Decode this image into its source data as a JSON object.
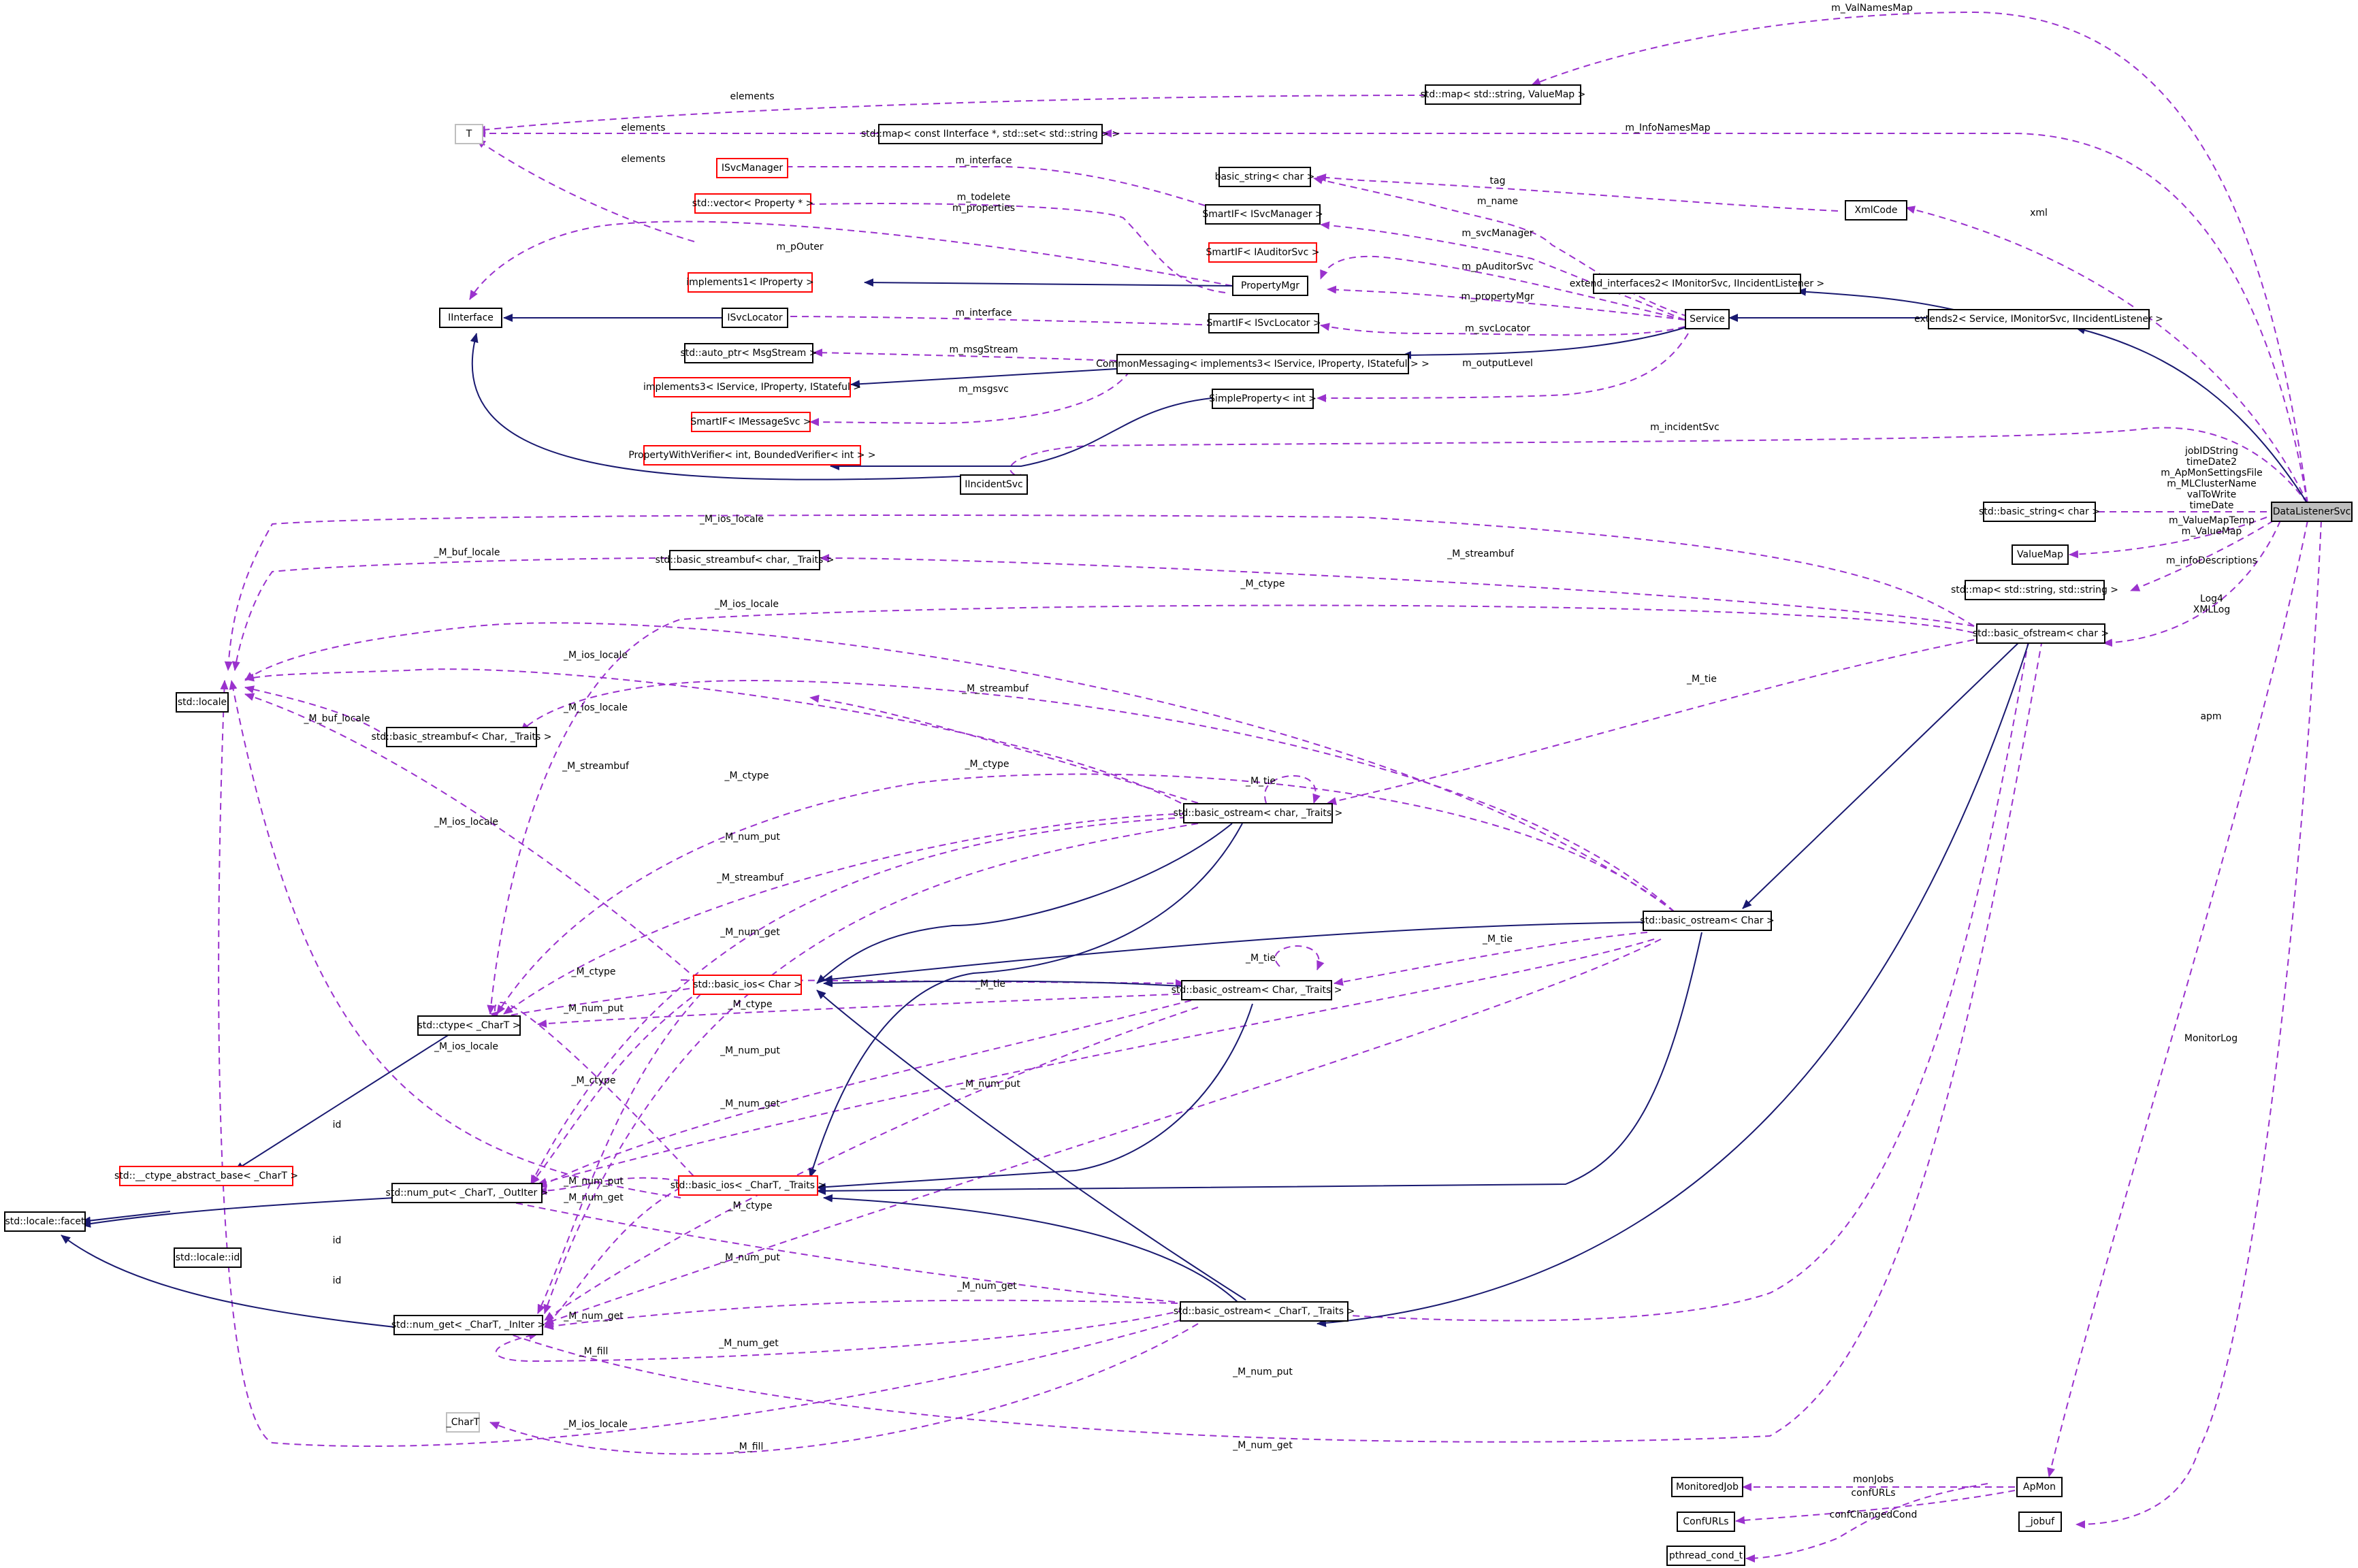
{
  "diagram": {
    "title": "DataListenerSvc collaboration graph",
    "colors": {
      "inheritance_edge": "#191970",
      "usage_edge": "#9a32cd",
      "focus_fill": "#bfbfbf",
      "undocumented_border": "#ff0000",
      "template_param_border": "#bfbfbf"
    },
    "nodes": {
      "valnamesmap": "std::map< std::string, ValueMap >",
      "t": "T",
      "infonamesmap": "std::map< const IInterface *, std::set< std::string > >",
      "isvcmanager": "ISvcManager",
      "vector_property": "std::vector< Property * >",
      "basic_string_char": "basic_string< char >",
      "smartif_isvcmanager": "SmartIF< ISvcManager >",
      "xmlcode": "XmlCode",
      "smartif_iauditorsvc": "SmartIF< IAuditorSvc >",
      "implements1": "implements1< IProperty >",
      "propertymgr": "PropertyMgr",
      "extend_interfaces2": "extend_interfaces2< IMonitorSvc, IIncidentListener >",
      "iinterface": "IInterface",
      "isvclocator": "ISvcLocator",
      "smartif_isvclocator": "SmartIF< ISvcLocator >",
      "service": "Service",
      "extends2": "extends2< Service, IMonitorSvc, IIncidentListener >",
      "auto_ptr_msgstream": "std::auto_ptr< MsgStream >",
      "commonmessaging": "CommonMessaging< implements3< IService, IProperty, IStateful > >",
      "implements3": "implements3< IService, IProperty, IStateful >",
      "simpleproperty_int": "SimpleProperty< int >",
      "smartif_imessagesvc": "SmartIF< IMessageSvc >",
      "propertywithverifier": "PropertyWithVerifier< int, BoundedVerifier< int > >",
      "iincidentsvc": "IIncidentSvc",
      "std_basic_string_char": "std::basic_string< char >",
      "datalistenersvc": "DataListenerSvc",
      "valuemap": "ValueMap",
      "map_string_string": "std::map< std::string, std::string >",
      "basic_streambuf_char": "std::basic_streambuf< char, _Traits >",
      "basic_ofstream_char": "std::basic_ofstream< char >",
      "std_locale": "std::locale",
      "basic_streambuf_Char": "std::basic_streambuf< Char, _Traits >",
      "basic_ostream_char_traits": "std::basic_ostream< char, _Traits >",
      "basic_ostream_Char": "std::basic_ostream< Char >",
      "basic_ios_Char": "std::basic_ios< Char >",
      "basic_ostream_Char_traits": "std::basic_ostream< Char, _Traits >",
      "ctype": "std::ctype< _CharT >",
      "ctype_abstract_base": "std::__ctype_abstract_base< _CharT >",
      "num_put": "std::num_put< _CharT, _OutIter >",
      "basic_ios_CharT": "std::basic_ios< _CharT, _Traits >",
      "locale_facet": "std::locale::facet",
      "locale_id": "std::locale::id",
      "num_get": "std::num_get< _CharT, _InIter >",
      "basic_ostream_CharT": "std::basic_ostream< _CharT, _Traits >",
      "chart_param": "_CharT",
      "apmon": "ApMon",
      "monitoredjob": "MonitoredJob",
      "confurls": "ConfURLs",
      "jobuf": "_jobuf",
      "pthread_cond_t": "pthread_cond_t"
    },
    "labels": {
      "m_valnamesmap": "m_ValNamesMap",
      "elements_1": "elements",
      "elements_2": "elements",
      "elements_3": "elements",
      "m_infonamesmap": "m_InfoNamesMap",
      "m_interface_1": "m_interface",
      "m_todelete": "m_todelete\nm_properties",
      "tag": "tag",
      "m_name": "m_name",
      "xml": "xml",
      "m_svcmanager": "m_svcManager",
      "m_pouter": "m_pOuter",
      "m_pauditorsvc": "m_pAuditorSvc",
      "m_propertymgr": "m_propertyMgr",
      "m_interface_2": "m_interface",
      "m_svclocator": "m_svcLocator",
      "m_msgstream": "m_msgStream",
      "m_outputlevel": "m_outputLevel",
      "m_msgsvc": "m_msgsvc",
      "m_incidentsvc": "m_incidentSvc",
      "string_members": "jobIDString\ntimeDate2\nm_ApMonSettingsFile\nm_MLClusterName\nvalToWrite\ntimeDate",
      "valuemap_members": "m_ValueMapTemp\nm_ValueMap",
      "m_infodescriptions": "m_infoDescriptions",
      "log_members": "Log4\nXMLLog",
      "m_ios_locale_top": "_M_ios_locale",
      "m_buf_locale_1": "_M_buf_locale",
      "m_streambuf_top": "_M_streambuf",
      "m_ctype_top": "_M_ctype",
      "m_ios_locale_2": "_M_ios_locale",
      "m_tie_right": "_M_tie",
      "m_ios_locale_3": "_M_ios_locale",
      "m_streambuf_2": "_M_streambuf",
      "m_ios_locale_4": "_M_ios_locale",
      "m_buf_locale_2": "_M_buf_locale",
      "m_streambuf_3": "_M_streambuf",
      "m_ctype_2": "_M_ctype",
      "m_ctype_3": "_M_ctype",
      "m_tie_1": "_M_tie",
      "m_ios_locale_5": "_M_ios_locale",
      "m_num_put_1": "_M_num_put",
      "m_streambuf_4": "_M_streambuf",
      "m_num_get_1": "_M_num_get",
      "m_tie_2": "_M_tie",
      "m_tie_3": "_M_tie",
      "m_tie_4": "_M_tie",
      "m_ctype_4": "_M_ctype",
      "m_ctype_5": "_M_ctype",
      "m_num_put_2": "_M_num_put",
      "m_ios_locale_6": "_M_ios_locale",
      "m_num_put_3": "_M_num_put",
      "m_num_put_4": "_M_num_put",
      "m_ctype_6": "_M_ctype",
      "m_num_get_2": "_M_num_get",
      "id_1": "id",
      "m_num_put_5": "_M_num_put",
      "m_num_get_3": "_M_num_get",
      "m_ctype_7": "_M_ctype",
      "id_2": "id",
      "m_num_put_6": "_M_num_put",
      "id_3": "id",
      "m_num_get_4": "_M_num_get",
      "m_num_get_5": "_M_num_get",
      "m_num_get_6": "_M_num_get",
      "m_fill_1": "_M_fill",
      "m_num_put_7": "_M_num_put",
      "m_ios_locale_7": "_M_ios_locale",
      "m_fill_2": "_M_fill",
      "m_num_get_7": "_M_num_get",
      "apm": "apm",
      "monitorlog": "MonitorLog",
      "monjobs": "monJobs",
      "confurls": "confURLs",
      "confchangedcond": "confChangedCond"
    }
  }
}
